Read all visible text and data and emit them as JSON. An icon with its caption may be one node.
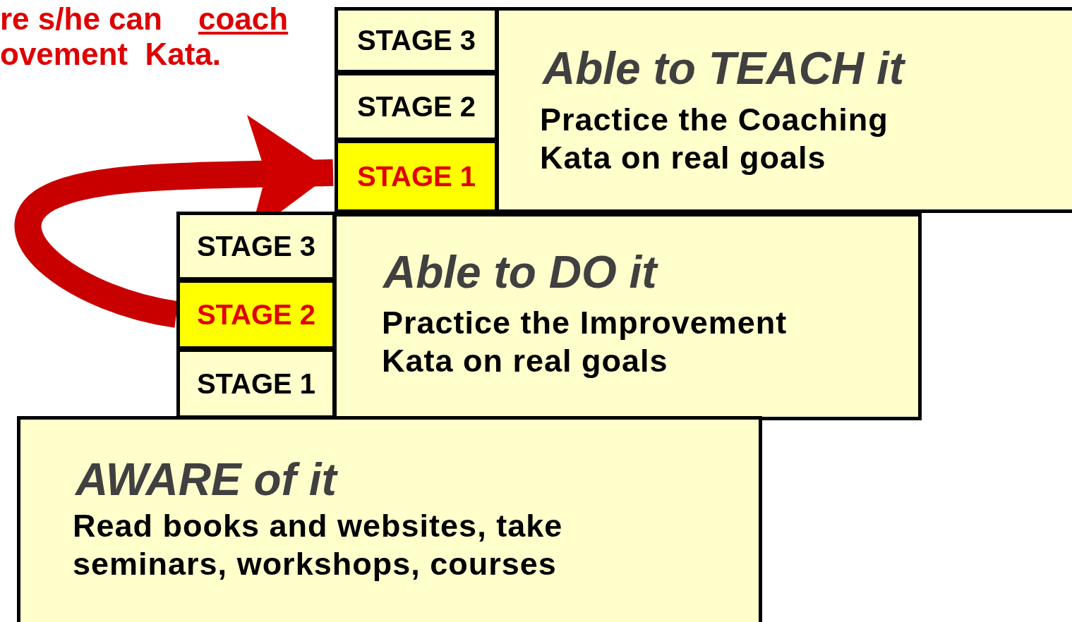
{
  "diagram": {
    "nodes": [
      {
        "text": [
          "STAGE 3"
        ]
      },
      {
        "text": [
          "STAGE 2"
        ]
      },
      {
        "text": [
          "STAGE 1"
        ]
      },
      {
        "text": [
          "Able to TEACH it",
          "Practice the Coaching Kata on real goals"
        ]
      },
      {
        "text": [
          "STAGE 3"
        ]
      },
      {
        "text": [
          "STAGE 2"
        ]
      },
      {
        "text": [
          "STAGE 1"
        ]
      },
      {
        "text": [
          "Able to DO it",
          "Practice the Improvement Kata on real goals"
        ]
      },
      {
        "text": [
          "AWARE of it",
          "Read books and websites, take seminars, workshops, courses"
        ]
      }
    ],
    "edges": [
      {
        "from": 5,
        "to": 2,
        "arrow": "to"
      }
    ],
    "labels": [
      "re s/he can",
      "coach",
      "ovement  Kata."
    ]
  }
}
